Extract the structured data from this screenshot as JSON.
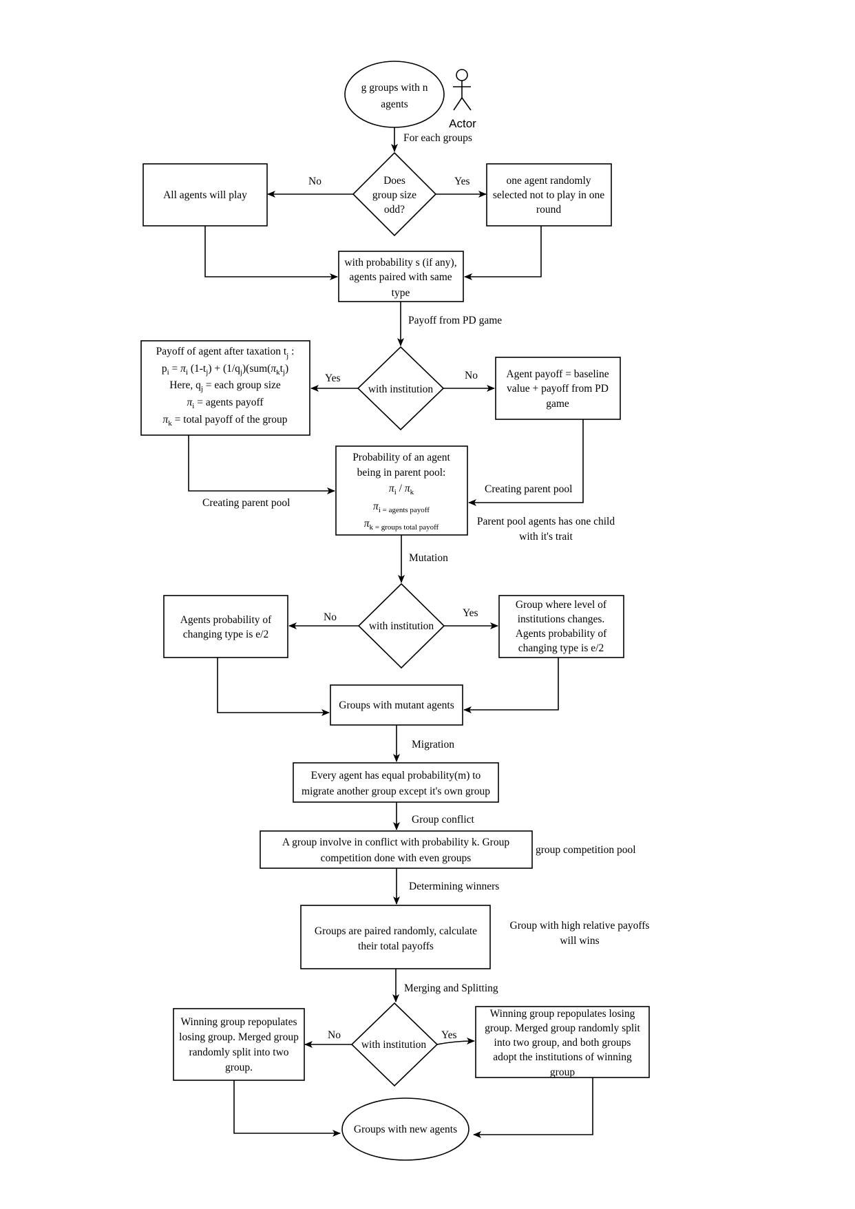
{
  "start": {
    "line1": "g groups with n",
    "line2": "agents"
  },
  "actor": {
    "label": "Actor"
  },
  "edges": {
    "for_each": "For each groups",
    "no1": "No",
    "yes1": "Yes",
    "payoff_pd": "Payoff from PD game",
    "yes2": "Yes",
    "no2": "No",
    "creating_left": "Creating parent pool",
    "creating_right": "Creating parent pool",
    "parent_note1": "Parent pool agents has one child",
    "parent_note2": "with it's trait",
    "mutation": "Mutation",
    "no3": "No",
    "yes3": "Yes",
    "migration": "Migration",
    "group_conflict": "Group conflict",
    "competition_pool": "group competition pool",
    "determining": "Determining winners",
    "wins1": "Group with high relative payoffs",
    "wins2": "will wins",
    "merging": "Merging and Splitting",
    "no4": "No",
    "yes4": "Yes"
  },
  "odd": {
    "line1": "Does",
    "line2": "group size",
    "line3": "odd?"
  },
  "all_play": "All  agents will play",
  "one_agent": {
    "line1": "one agent randomly",
    "line2": "selected not to play in one",
    "line3": "round"
  },
  "paired": {
    "line1": "with probability s (if any),",
    "line2": "agents paired with same",
    "line3": "type"
  },
  "institution_label": "with institution",
  "taxation": {
    "line1": "Payoff of agent after taxation t",
    "line1_sub": "j",
    "line1_end": " :",
    "formula": "p",
    "line3": "Here, q",
    "line3_sub": "j",
    "line3_end": " = each group size",
    "line4_sub": "i",
    "line4_end": " = agents payoff",
    "line5_sub": "k",
    "line5_end": " = total payoff of the group"
  },
  "baseline": {
    "line1": "Agent payoff = baseline",
    "line2": "value + payoff from PD",
    "line3": "game"
  },
  "probability": {
    "line1": "Probability of an agent",
    "line2": "being in parent pool:",
    "sub_i": "i",
    "sub_k": "k",
    "sub_i_desc": "i = agents payoff",
    "sub_k_desc": "k = groups total payoff"
  },
  "mut_no": {
    "line1": "Agents probability of",
    "line2": "changing type is e/2"
  },
  "mut_yes": {
    "line1": "Group where level of",
    "line2": "institutions changes.",
    "line3": "Agents probability of",
    "line4": "changing type is e/2"
  },
  "mutants": "Groups with mutant agents",
  "migrate": {
    "line1": "Every agent has equal probability(m) to",
    "line2": "migrate another group except it's own group"
  },
  "conflict": {
    "line1": "A group involve in conflict with probability k. Group",
    "line2": "competition done with even groups"
  },
  "paired_groups": {
    "line1": "Groups are paired randomly, calculate",
    "line2": "their total payoffs"
  },
  "win_no": {
    "line1": "Winning group repopulates",
    "line2": "losing group. Merged group",
    "line3": "randomly split into two",
    "line4": "group."
  },
  "win_yes": {
    "line1": "Winning group repopulates losing",
    "line2": "group. Merged group randomly split",
    "line3": "into two group, and both groups",
    "line4": "adopt the institutions of winning",
    "line5": "group"
  },
  "end": "Groups with new agents"
}
